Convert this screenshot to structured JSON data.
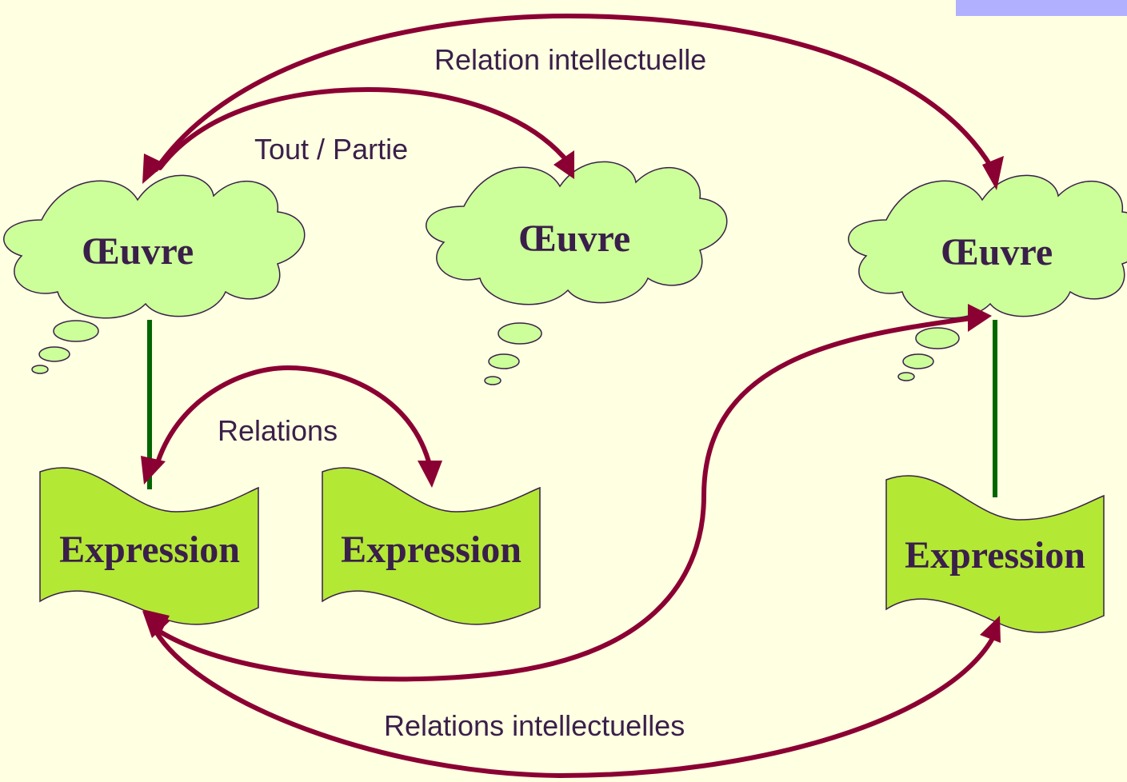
{
  "diagram": {
    "relations": {
      "intellectual_relation": "Relation intellectuelle",
      "whole_part": "Tout / Partie",
      "relations": "Relations",
      "intellectual_relations": "Relations intellectuelles"
    },
    "nodes": {
      "work_1": "Œuvre",
      "work_2": "Œuvre",
      "work_3": "Œuvre",
      "expression_1": "Expression",
      "expression_2": "Expression",
      "expression_3": "Expression"
    },
    "colors": {
      "background": "#ffffe1",
      "cloud_fill": "#ccff99",
      "document_fill": "#b3e835",
      "arrow": "#8b0033",
      "link": "#006600",
      "text": "#3a1f4a",
      "corner_tab": "#b0b0ff"
    }
  }
}
